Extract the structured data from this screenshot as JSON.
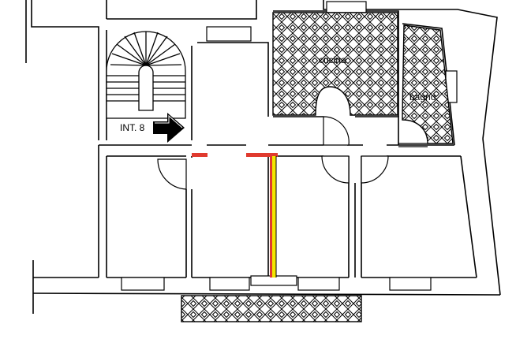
{
  "labels": {
    "apartment": "INT. 8",
    "kitchen": "cucina",
    "bathroom": "bagno"
  },
  "colors": {
    "wall": "#000000",
    "background": "#ffffff",
    "demolition": "#e03a2e",
    "new_wall": "#f2e600"
  },
  "icons": {
    "entrance": "arrow-right-icon",
    "stair": "spiral-staircase-icon"
  }
}
